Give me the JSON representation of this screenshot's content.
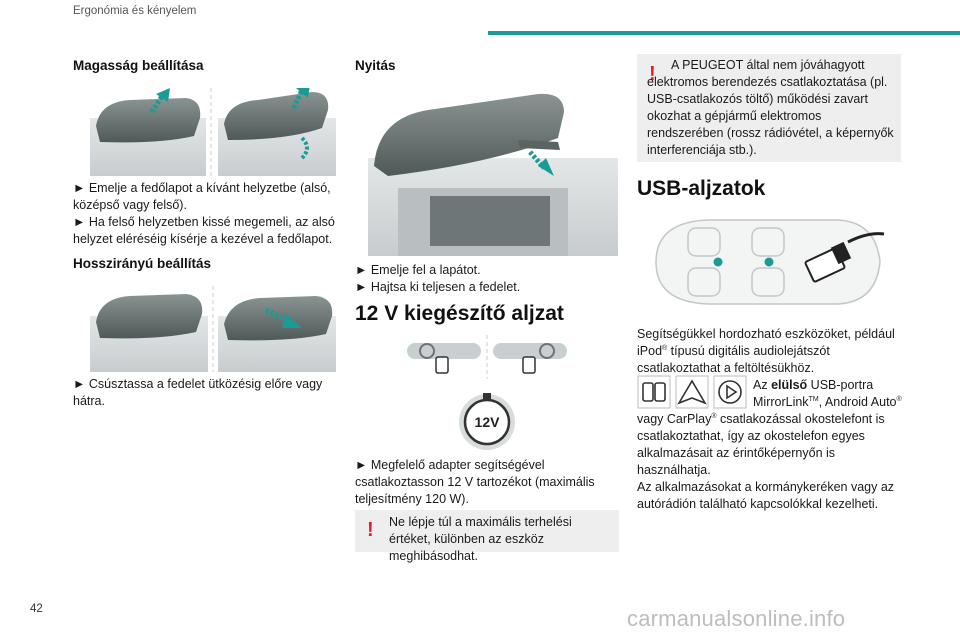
{
  "header": {
    "section": "Ergonómia és kényelem",
    "page_number": "42",
    "accent": "#1b9b96"
  },
  "watermark": "carmanualsonline.info",
  "col1": {
    "h1": "Magasság beállítása",
    "p1": "► Emelje a fedőlapot a kívánt helyzetbe (alsó, középső vagy felső).",
    "p2": "► Ha felső helyzetben kissé megemeli, az alsó helyzet eléréséig kísérje a kezével a fedőlapot.",
    "h2": "Hosszirányú beállítás",
    "p3": "► Csúsztassa a fedelet ütközésig előre vagy hátra."
  },
  "col2": {
    "h1": "Nyitás",
    "p1": "► Emelje fel a lapátot.",
    "p2": "► Hajtsa ki teljesen a fedelet.",
    "h2": "12 V kiegészítő aljzat",
    "socket_label": "12V",
    "p3": "► Megfelelő adapter segítségével csatlakoztasson 12 V tartozékot (maximális teljesítmény 120 W).",
    "warn": "Ne lépje túl a maximális terhelési értéket, különben az eszköz meghibásodhat."
  },
  "col3": {
    "warn": "A PEUGEOT által nem jóváhagyott elektromos berendezés csatlakoztatása (pl. USB-csatlakozós töltő) működési zavart okozhat a gépjármű elektromos rendszerében (rossz rádióvétel, a képernyők interferenciája stb.).",
    "h1": "USB-aljzatok",
    "p1a": "Segítségükkel hordozható eszközöket, például iPod",
    "p1_sup": "®",
    "p1b": " típusú digitális audiolejátszót csatlakoztathat a feltöltésükhöz.",
    "p2_lead": "Az ",
    "p2_bold": "elülső",
    "p2a": " USB-portra MirrorLink",
    "p2_tm": "TM",
    "p2b": ", Android Auto",
    "p2_reg": "®",
    "p2c": "vagy CarPlay",
    "p2_reg2": "®",
    "p2d": " csatlakozással okostelefont is csatlakoztathat, így az okostelefon egyes alkalmazásait az érintőképernyőn is használhatja.",
    "p3": "Az alkalmazásokat a kormánykeréken vagy az autórádión található kapcsolókkal kezelheti."
  },
  "icons": {
    "warning": "!",
    "warning_color": "#e4212b"
  }
}
